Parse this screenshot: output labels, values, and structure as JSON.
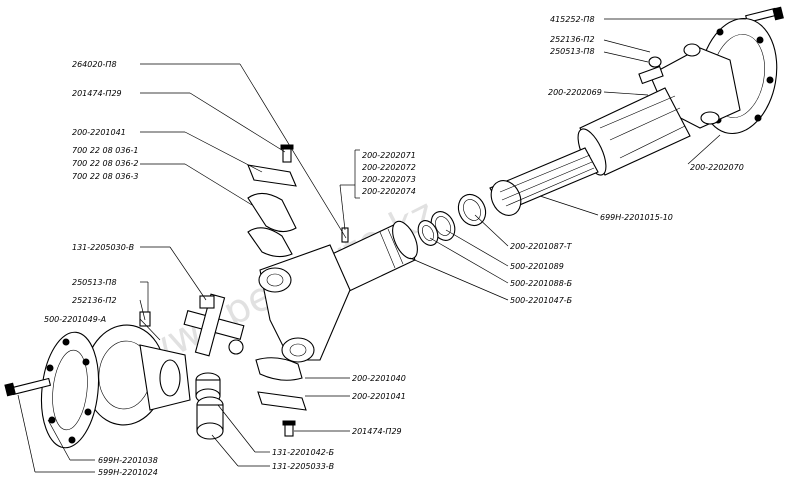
{
  "watermark": "www.spec-avto.kz",
  "labels": {
    "l_415252_p8": "415252-П8",
    "l_252136_p2_top": "252136-П2",
    "l_250513_p8_top": "250513-П8",
    "l_200_2202069": "200-2202069",
    "l_200_2202070": "200-2202070",
    "l_264020_p8": "264020-П8",
    "l_201474_p29_top": "201474-П29",
    "l_200_2201041_top": "200-2201041",
    "l_700_1": "700 22 08 036-1",
    "l_700_2": "700 22 08 036-2",
    "l_700_3": "700 22 08 036-3",
    "l_200_2202071": "200-2202071",
    "l_200_2202072": "200-2202072",
    "l_200_2202073": "200-2202073",
    "l_200_2202074": "200-2202074",
    "l_699n_2201015_10": "699Н-2201015-10",
    "l_131_2205030_v": "131-2205030-В",
    "l_200_2201087_t": "200-2201087-Т",
    "l_500_2201089": "500-2201089",
    "l_500_2201088_b": "500-2201088-Б",
    "l_500_2201047_b": "500-2201047-Б",
    "l_250513_p8_left": "250513-П8",
    "l_252136_p2_left": "252136-П2",
    "l_500_2201049_a": "500-2201049-А",
    "l_200_2201040": "200-2201040",
    "l_200_2201041_bot": "200-2201041",
    "l_201474_p29_bot": "201474-П29",
    "l_131_2201042_b": "131-2201042-Б",
    "l_131_2205033_v": "131-2205033-В",
    "l_699n_2201038": "699Н-2201038",
    "l_599n_2201024": "599Н-2201024"
  }
}
